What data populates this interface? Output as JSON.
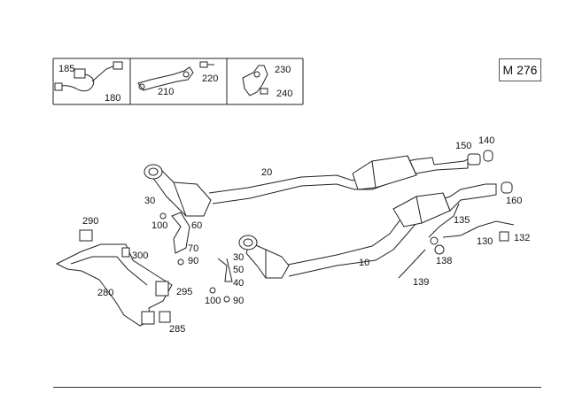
{
  "engine_code": "M 276",
  "insets": [
    {
      "parts": [
        "185",
        "180"
      ]
    },
    {
      "parts": [
        "210",
        "220"
      ]
    },
    {
      "parts": [
        "230",
        "240"
      ]
    }
  ],
  "callouts": {
    "p10": "10",
    "p20": "20",
    "p30a": "30",
    "p30b": "30",
    "p40": "40",
    "p50": "50",
    "p60": "60",
    "p70": "70",
    "p90a": "90",
    "p90b": "90",
    "p100a": "100",
    "p100b": "100",
    "p130": "130",
    "p132": "132",
    "p135": "135",
    "p138": "138",
    "p139": "139",
    "p140": "140",
    "p150": "150",
    "p160": "160",
    "p280": "280",
    "p285": "285",
    "p290": "290",
    "p295": "295",
    "p300": "300"
  }
}
